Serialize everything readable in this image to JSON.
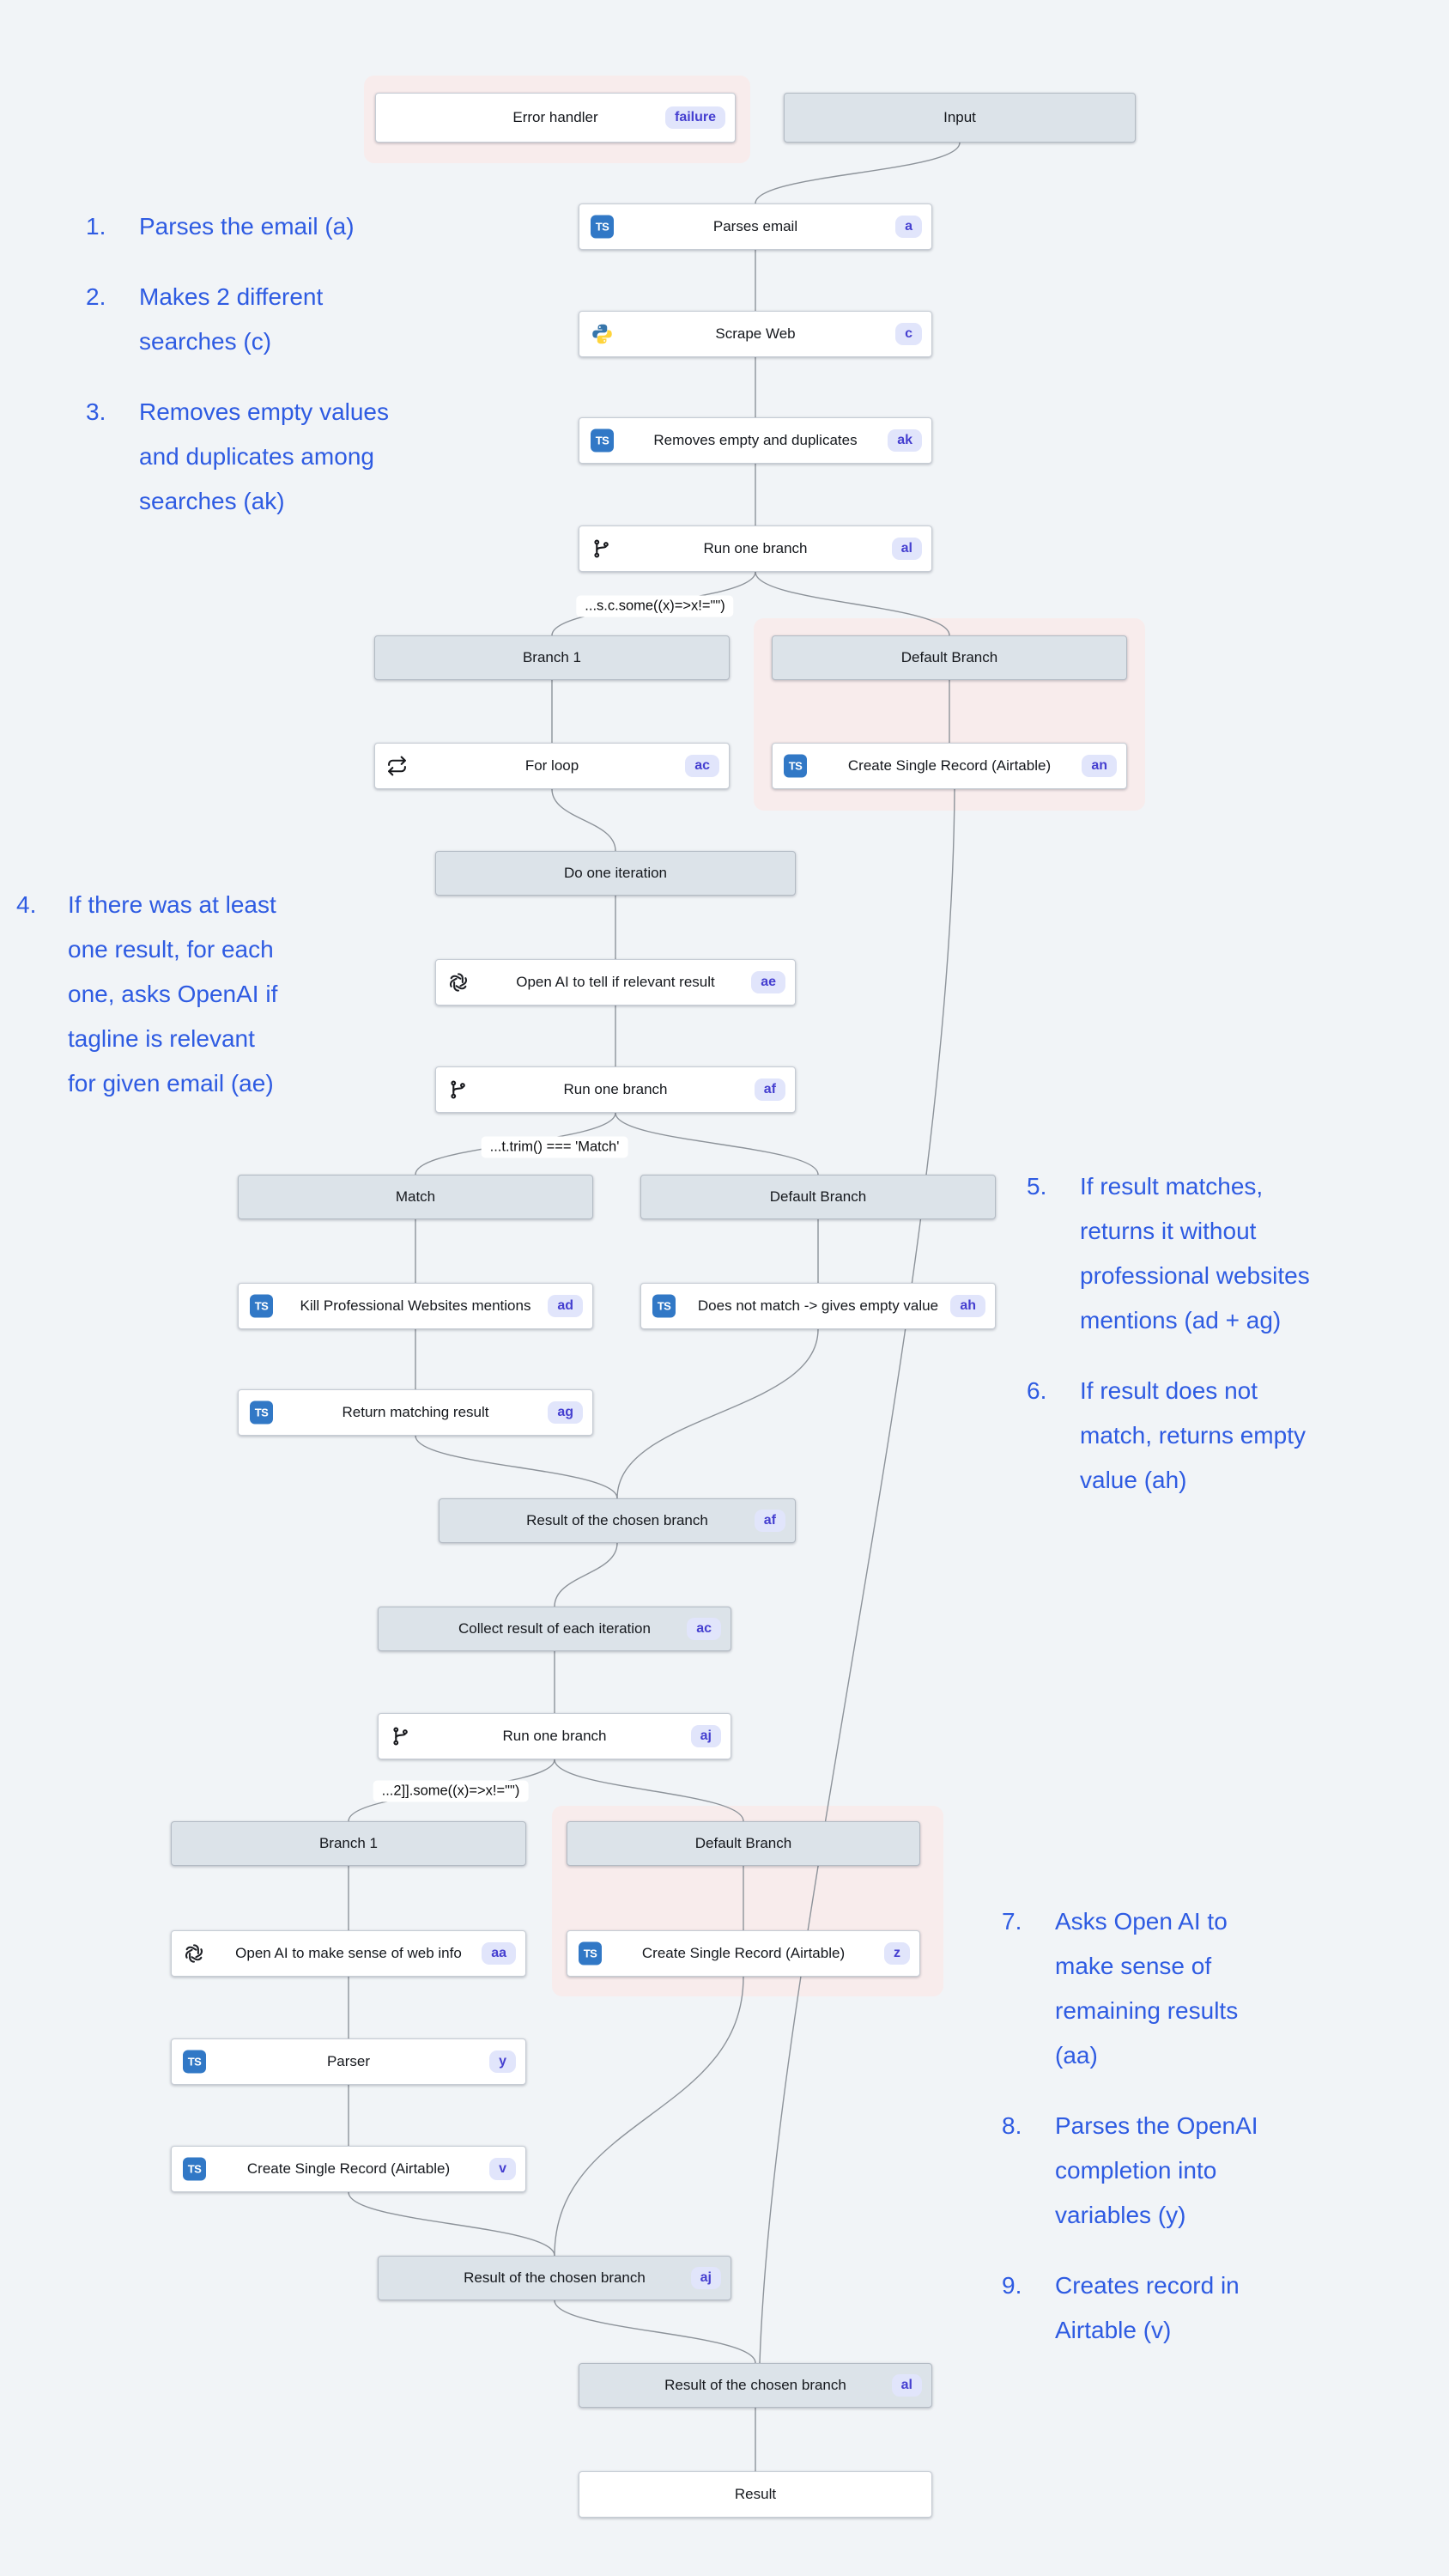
{
  "diagram": {
    "colors": {
      "background": "#f1f4f7",
      "highlight_zone": "#f8ecec",
      "node_fill": "#ffffff",
      "header_fill": "#dce3e9",
      "badge_fill": "#e1e5fb",
      "badge_text": "#453fd0",
      "edge": "#8d939a",
      "annotation_blue": "#2e5be2",
      "typescript_blue": "#3178c6"
    },
    "nodes": [
      {
        "id": "errorHandler",
        "label": "Error handler",
        "badge": "failure",
        "kind": "task"
      },
      {
        "id": "input",
        "label": "Input",
        "kind": "header"
      },
      {
        "id": "parsesEmail",
        "label": "Parses email",
        "icon": "typescript",
        "badge": "a",
        "kind": "task"
      },
      {
        "id": "scrapeWeb",
        "label": "Scrape Web",
        "icon": "python",
        "badge": "c",
        "kind": "task"
      },
      {
        "id": "removesEmpty",
        "label": "Removes empty and duplicates",
        "icon": "typescript",
        "badge": "ak",
        "kind": "task"
      },
      {
        "id": "runBranchAl",
        "label": "Run one branch",
        "icon": "branch",
        "badge": "al",
        "kind": "task"
      },
      {
        "id": "branch1A",
        "label": "Branch 1",
        "kind": "header"
      },
      {
        "id": "defaultA",
        "label": "Default Branch",
        "kind": "header"
      },
      {
        "id": "forLoop",
        "label": "For loop",
        "icon": "loop",
        "badge": "ac",
        "kind": "task"
      },
      {
        "id": "csrAn",
        "label": "Create Single Record (Airtable)",
        "icon": "typescript",
        "badge": "an",
        "kind": "task"
      },
      {
        "id": "doOneIter",
        "label": "Do one iteration",
        "kind": "header"
      },
      {
        "id": "openaiAe",
        "label": "Open AI to tell if relevant result",
        "icon": "openai",
        "badge": "ae",
        "kind": "task"
      },
      {
        "id": "runBranchAf",
        "label": "Run one branch",
        "icon": "branch",
        "badge": "af",
        "kind": "task"
      },
      {
        "id": "match",
        "label": "Match",
        "kind": "header"
      },
      {
        "id": "defaultB",
        "label": "Default Branch",
        "kind": "header"
      },
      {
        "id": "killProf",
        "label": "Kill Professional Websites mentions",
        "icon": "typescript",
        "badge": "ad",
        "kind": "task"
      },
      {
        "id": "doesNotMatch",
        "label": "Does not match -> gives empty value",
        "icon": "typescript",
        "badge": "ah",
        "kind": "task"
      },
      {
        "id": "returnMatching",
        "label": "Return matching result",
        "icon": "typescript",
        "badge": "ag",
        "kind": "task"
      },
      {
        "id": "resultAf",
        "label": "Result of the chosen branch",
        "badge": "af",
        "kind": "header"
      },
      {
        "id": "collect",
        "label": "Collect result of each iteration",
        "badge": "ac",
        "kind": "header"
      },
      {
        "id": "runBranchAj",
        "label": "Run one branch",
        "icon": "branch",
        "badge": "aj",
        "kind": "task"
      },
      {
        "id": "branch1B",
        "label": "Branch 1",
        "kind": "header"
      },
      {
        "id": "defaultC",
        "label": "Default Branch",
        "kind": "header"
      },
      {
        "id": "openaiAa",
        "label": "Open AI to make sense of web info",
        "icon": "openai",
        "badge": "aa",
        "kind": "task"
      },
      {
        "id": "csrZ",
        "label": "Create Single Record (Airtable)",
        "icon": "typescript",
        "badge": "z",
        "kind": "task"
      },
      {
        "id": "parserY",
        "label": "Parser",
        "icon": "typescript",
        "badge": "y",
        "kind": "task"
      },
      {
        "id": "csrV",
        "label": "Create Single Record (Airtable)",
        "icon": "typescript",
        "badge": "v",
        "kind": "task"
      },
      {
        "id": "resultAj",
        "label": "Result of the chosen branch",
        "badge": "aj",
        "kind": "header"
      },
      {
        "id": "resultAl",
        "label": "Result of the chosen branch",
        "badge": "al",
        "kind": "header"
      },
      {
        "id": "result",
        "label": "Result",
        "kind": "task"
      }
    ],
    "edges": [
      {
        "from": "input",
        "to": "parsesEmail"
      },
      {
        "from": "parsesEmail",
        "to": "scrapeWeb"
      },
      {
        "from": "scrapeWeb",
        "to": "removesEmpty"
      },
      {
        "from": "removesEmpty",
        "to": "runBranchAl"
      },
      {
        "from": "runBranchAl",
        "to": "branch1A"
      },
      {
        "from": "runBranchAl",
        "to": "defaultA"
      },
      {
        "from": "branch1A",
        "to": "forLoop"
      },
      {
        "from": "defaultA",
        "to": "csrAn"
      },
      {
        "from": "forLoop",
        "to": "doOneIter"
      },
      {
        "from": "doOneIter",
        "to": "openaiAe"
      },
      {
        "from": "openaiAe",
        "to": "runBranchAf"
      },
      {
        "from": "runBranchAf",
        "to": "match"
      },
      {
        "from": "runBranchAf",
        "to": "defaultB"
      },
      {
        "from": "match",
        "to": "killProf"
      },
      {
        "from": "defaultB",
        "to": "doesNotMatch"
      },
      {
        "from": "killProf",
        "to": "returnMatching"
      },
      {
        "from": "returnMatching",
        "to": "resultAf"
      },
      {
        "from": "doesNotMatch",
        "to": "resultAf"
      },
      {
        "from": "resultAf",
        "to": "collect"
      },
      {
        "from": "collect",
        "to": "runBranchAj"
      },
      {
        "from": "runBranchAj",
        "to": "branch1B"
      },
      {
        "from": "runBranchAj",
        "to": "defaultC"
      },
      {
        "from": "branch1B",
        "to": "openaiAa"
      },
      {
        "from": "defaultC",
        "to": "csrZ"
      },
      {
        "from": "openaiAa",
        "to": "parserY"
      },
      {
        "from": "parserY",
        "to": "csrV"
      },
      {
        "from": "csrV",
        "to": "resultAj"
      },
      {
        "from": "csrZ",
        "to": "resultAj"
      },
      {
        "from": "resultAj",
        "to": "resultAl"
      },
      {
        "from": "csrAn",
        "to": "resultAl"
      },
      {
        "from": "resultAl",
        "to": "result"
      }
    ],
    "conditions": [
      {
        "id": "cond1",
        "text": "...s.c.some((x)=>x!=\"\")"
      },
      {
        "id": "cond2",
        "text": "...t.trim() === 'Match'"
      },
      {
        "id": "cond3",
        "text": "...2]].some((x)=>x!=\"\")"
      }
    ]
  },
  "annotations": {
    "groups": [
      {
        "id": "top-left",
        "items": [
          {
            "num": "1.",
            "text": "Parses the email (a)"
          },
          {
            "num": "2.",
            "text": "Makes 2 different\nsearches (c)"
          },
          {
            "num": "3.",
            "text": "Removes empty values\nand duplicates among\nsearches (ak)"
          }
        ]
      },
      {
        "id": "mid-left",
        "items": [
          {
            "num": "4.",
            "text": "If there was at least\none result, for each\none, asks OpenAI if\ntagline is relevant\nfor given email (ae)"
          }
        ]
      },
      {
        "id": "mid-right",
        "items": [
          {
            "num": "5.",
            "text": "If result matches,\nreturns it without\nprofessional websites\nmentions (ad + ag)"
          },
          {
            "num": "6.",
            "text": "If result does not\nmatch, returns empty\nvalue (ah)"
          }
        ]
      },
      {
        "id": "bottom-right",
        "items": [
          {
            "num": "7.",
            "text": "Asks Open AI to\nmake sense of\nremaining results\n(aa)"
          },
          {
            "num": "8.",
            "text": "Parses the OpenAI\ncompletion into\nvariables (y)"
          },
          {
            "num": "9.",
            "text": "Creates record in\nAirtable (v)"
          }
        ]
      }
    ]
  }
}
